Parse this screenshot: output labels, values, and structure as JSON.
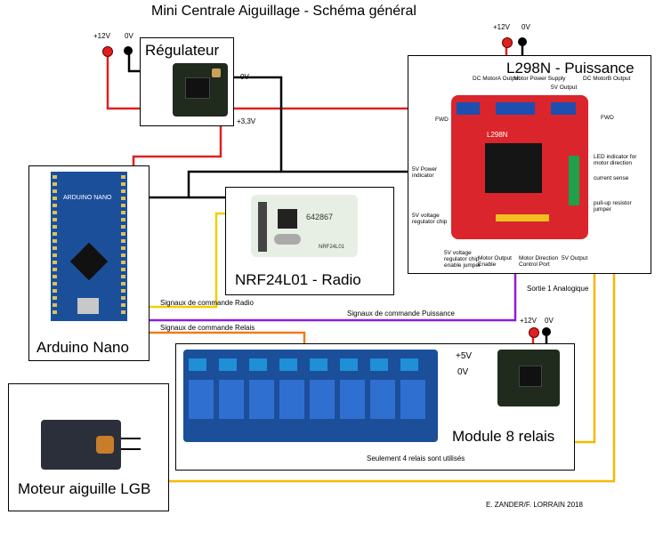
{
  "title": "Mini Centrale Aiguillage - Schéma général",
  "colors": {
    "power_12v": "#e02020",
    "ground": "#000000",
    "radio_signal": "#f0d000",
    "power_signal": "#8a1fd6",
    "relay_signal": "#f07a1a",
    "motor_line": "#f5b800"
  },
  "components": {
    "regulateur": {
      "label": "Régulateur",
      "v12": "+12V",
      "v0": "0V",
      "out_0v": "0V",
      "out_33v": "+3,3V"
    },
    "l298n": {
      "label": "L298N - Puissance",
      "v12": "+12V",
      "v0": "0V",
      "annotations": {
        "dc_motor_a": "DC MotorA Output",
        "motor_power": "Motor Power Supply",
        "out_5v_top": "5V Output",
        "dc_motor_b": "DC MotorB Output",
        "fwd_left": "FWD",
        "fwd_right": "FWD",
        "led_indicator": "LED indicator for motor direction",
        "current_sense": "current sense",
        "power_indicator": "5V Power indicator",
        "pullup": "pull-up resistor jumper",
        "reg_chip": "5V voltage regulator chip",
        "reg_enable": "5V voltage regulator chip enable jumper",
        "motor_output_enable": "Motor Output Enable",
        "motor_direction": "Motor Direction Control Port",
        "out_5v_bottom": "5V Output"
      },
      "board_text": "L298N",
      "out_label": "Sortie 1 Analogique"
    },
    "arduino": {
      "label": "Arduino Nano",
      "board_text": "ARDUINO NANO"
    },
    "nrf": {
      "label": "NRF24L01 - Radio",
      "chip_text": "642867",
      "board_text": "NRF24L01"
    },
    "relais": {
      "label": "Module 8 relais",
      "note": "Seulement 4 relais sont utilisés",
      "v5": "+5V",
      "v0": "0V",
      "v12": "+12V",
      "v0_top": "0V"
    },
    "moteur": {
      "label": "Moteur aiguille LGB"
    }
  },
  "signals": {
    "radio": "Signaux de commande Radio",
    "puissance": "Signaux de commande Puissance",
    "relais": "Signaux de commande Relais"
  },
  "credit": "E. ZANDER/F. LORRAIN 2018"
}
